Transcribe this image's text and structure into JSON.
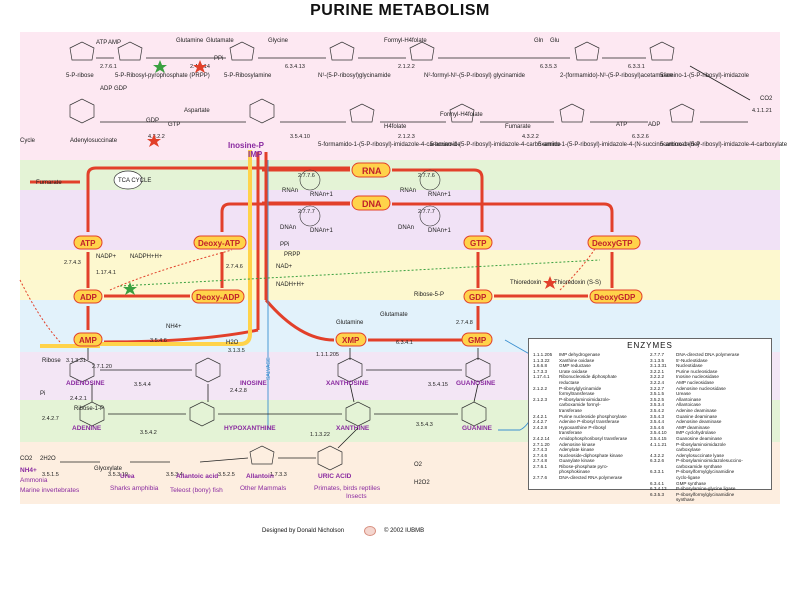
{
  "title": "PURINE METABOLISM",
  "credit": "Designed by Donald Nicholson",
  "copyright": "© 2002 IUBMB",
  "colors": {
    "band_pink": "#fde8f2",
    "band_green": "#e4f3d6",
    "band_purple": "#f1e2f6",
    "band_yellow": "#fdf8cf",
    "band_blue": "#e2f2fb",
    "band_peach": "#fdeee0",
    "node_fill": "#ffd34a",
    "node_stroke": "#e2402a",
    "arrow_red": "#e2402a",
    "compound_purple": "#8a2aa0"
  },
  "top_row": {
    "compounds": [
      "5-P-ribose",
      "5-P-Ribosyl-pyrophosphate (PRPP)",
      "5-P-Ribosylamine",
      "N¹-(5-P-ribosyl)glycinamide",
      "N²-formyl-N¹-(5-P-ribosyl) glycinamide",
      "2-(formamido)-N¹-(5-P-ribosyl)acetamidine",
      "5-amino-1-(5-P-ribosyl)-imidazole"
    ],
    "enzymes": [
      "2.7.6.1",
      "2.4.2.14",
      "6.3.4.13",
      "2.1.2.2",
      "6.3.5.3",
      "6.3.3.1"
    ],
    "cofactors": [
      "ATP",
      "AMP",
      "ADP",
      "GDP",
      "Glutamine",
      "Glutamate",
      "PPi",
      "Glycine",
      "Formyl-H4folate",
      "Gln",
      "Glu"
    ]
  },
  "second_row": {
    "compounds": [
      "Adenylosuccinate",
      "5-formamido-1-(5-P-ribosyl)-imidazole-4-carboxamide",
      "5-amino-1-(5-P-ribosyl)-imidazole-4-carboxamide",
      "5-amino-1-(5-P-ribosyl)-imidazole-4-(N-succinocarboxamide)",
      "5-amino-1-(5-P-ribosyl)-imidazole-4-carboxylate"
    ],
    "enzymes": [
      "4.3.2.2",
      "3.5.4.10",
      "2.1.2.3",
      "4.3.2.2",
      "6.3.2.6",
      "4.1.1.21"
    ],
    "cofactors": [
      "GTP",
      "GDP",
      "Aspartate",
      "Fumarate",
      "H4folate",
      "Formyl-H4folate",
      "CO2",
      "ATP",
      "ADP"
    ]
  },
  "main_nodes": {
    "inosine_p": "Inosine-P",
    "imp": "IMP",
    "rna": "RNA",
    "dna": "DNA",
    "atp": "ATP",
    "adp": "ADP",
    "amp": "AMP",
    "deoxy_atp": "Deoxy-ATP",
    "deoxy_adp": "Deoxy-ADP",
    "gtp": "GTP",
    "gdp": "GDP",
    "gmp": "GMP",
    "xmp": "XMP",
    "deoxy_gtp": "DeoxyGTP",
    "deoxy_gdp": "DeoxyGDP",
    "tca": "TCA CYCLE",
    "fumarate": "Fumarate"
  },
  "nucleic_acid_labels": {
    "rna_left": [
      "RNAn",
      "RNAn+1"
    ],
    "rna_right": [
      "RNAn",
      "RNAn+1"
    ],
    "dna_left": [
      "DNAn",
      "DNAn+1"
    ],
    "dna_right": [
      "DNAn",
      "DNAn+1"
    ],
    "rna_enzyme": "2.7.7.6",
    "dna_enzyme": "2.7.7.7"
  },
  "lower_compounds": {
    "adenosine": "ADENOSINE",
    "inosine": "INOSINE",
    "xanthosine": "XANTHOSINE",
    "guanosine": "GUANOSINE",
    "adenine": "ADENINE",
    "hypoxanthine": "HYPOXANTHINE",
    "xanthine": "XANTHINE",
    "guanine": "GUANINE",
    "salvage": "SALVAGE",
    "uric_acid": "URIC ACID",
    "allantoin": "Allantoin",
    "allantoic_acid": "Allantoic acid",
    "glyoxylate": "Glyoxylate",
    "urea": "Urea",
    "nh4": "NH4+"
  },
  "organisms": {
    "ammonia": "Ammonia",
    "marine": "Marine invertebrates",
    "sharks": "Sharks amphibia",
    "teleost": "Teleost (bony) fish",
    "mammals": "Other Mammals",
    "primates": "Primates, birds reptiles",
    "insects": "Insects"
  },
  "mid_enzymes": [
    "1.17.4.1",
    "2.7.4.3",
    "2.7.4.6",
    "2.7.4.8",
    "6.3.4.1",
    "3.5.4.6",
    "3.1.3.5",
    "2.7.1.20",
    "3.1.3.31",
    "2.4.2.1",
    "2.4.2.7",
    "2.4.2.8",
    "3.5.4.4",
    "3.5.4.2",
    "3.5.4.3",
    "1.1.3.22",
    "1.1.1.205",
    "3.5.2.5",
    "3.5.3.4",
    "1.7.3.3",
    "3.5.1.5",
    "3.5.3.19",
    "3.5.4.15"
  ],
  "misc_labels": [
    "NADP+",
    "NADPH+H+",
    "NAD+",
    "NADH+H+",
    "PPi",
    "PRPP",
    "H2O",
    "NH4+",
    "Pi",
    "Ribose",
    "Ribose-1-P",
    "Ribose-5-P",
    "Thioredoxin",
    "Thioredoxin (S-S)",
    "Glutamine",
    "Glutamate",
    "Cycle",
    "O2",
    "H2O2",
    "CO2",
    "2H2O"
  ],
  "enzymes_title": "ENZYMES",
  "enzymes_left": [
    {
      "code": "1.1.1.205",
      "name": "IMP dehydrogenase"
    },
    {
      "code": "1.1.3.22",
      "name": "Xanthine oxidase"
    },
    {
      "code": "1.6.6.8",
      "name": "GMP reductase"
    },
    {
      "code": "1.7.3.3",
      "name": "Urate oxidase"
    },
    {
      "code": "1.17.4.1",
      "name": "Ribonucleoside diphosphate"
    },
    {
      "code": "",
      "name": "reductase"
    },
    {
      "code": "2.1.2.2",
      "name": "P-ribosylglycinamide"
    },
    {
      "code": "",
      "name": "formyltransferase"
    },
    {
      "code": "2.1.2.3",
      "name": "P-ribosylaminoimidazole-"
    },
    {
      "code": "",
      "name": "carboxamide formyl-"
    },
    {
      "code": "",
      "name": "transferase"
    },
    {
      "code": "2.4.2.1",
      "name": "Purine nucleoside phosphorylase"
    },
    {
      "code": "2.4.2.7",
      "name": "Adenine P-ribosyl transferase"
    },
    {
      "code": "2.4.2.8",
      "name": "Hypoxanthine P-ribosyl"
    },
    {
      "code": "",
      "name": "transferase"
    },
    {
      "code": "2.4.2.14",
      "name": "Amidophosphoribosyl transferase"
    },
    {
      "code": "2.7.1.20",
      "name": "Adenosine kinase"
    },
    {
      "code": "2.7.4.3",
      "name": "Adenylate kinase"
    },
    {
      "code": "2.7.4.6",
      "name": "Nucleoside-diphosphate kinase"
    },
    {
      "code": "2.7.4.8",
      "name": "Guanylate kinase"
    },
    {
      "code": "2.7.6.1",
      "name": "Ribose-phosphate pyro-"
    },
    {
      "code": "",
      "name": "phosphokinase"
    },
    {
      "code": "2.7.7.6",
      "name": "DNA-directed RNA polymerase"
    }
  ],
  "enzymes_right": [
    {
      "code": "2.7.7.7",
      "name": "DNA-directed DNA polymerase"
    },
    {
      "code": "3.1.3.5",
      "name": "5'-Nucleotidase"
    },
    {
      "code": "3.1.3.31",
      "name": "Nucleotidase"
    },
    {
      "code": "3.2.2.1",
      "name": "Purine nucleosidase"
    },
    {
      "code": "3.2.2.2",
      "name": "Inosine nucleosidase"
    },
    {
      "code": "3.2.2.4",
      "name": "AMP nucleosidase"
    },
    {
      "code": "3.2.2.7",
      "name": "Adenosine nucleosidase"
    },
    {
      "code": "3.5.1.5",
      "name": "Urease"
    },
    {
      "code": "3.5.2.5",
      "name": "Allantoinase"
    },
    {
      "code": "3.5.3.4",
      "name": "Allantoicase"
    },
    {
      "code": "3.5.4.2",
      "name": "Adenine deaminase"
    },
    {
      "code": "3.5.4.3",
      "name": "Guanine deaminase"
    },
    {
      "code": "3.5.4.4",
      "name": "Adenosine deaminase"
    },
    {
      "code": "3.5.4.6",
      "name": "AMP deaminase"
    },
    {
      "code": "3.5.4.10",
      "name": "IMP cyclohydrolase"
    },
    {
      "code": "3.5.4.15",
      "name": "Guanosine deaminase"
    },
    {
      "code": "4.1.1.21",
      "name": "P-ribosylaminoimidazole"
    },
    {
      "code": "",
      "name": "carboxylase"
    },
    {
      "code": "4.3.2.2",
      "name": "Adenylosuccinate lyase"
    },
    {
      "code": "6.3.2.6",
      "name": "P-ribosylaminoimidazolesuccino-"
    },
    {
      "code": "",
      "name": "carboxamide synthase"
    },
    {
      "code": "6.3.3.1",
      "name": "P-ribosylformylglycinamidine"
    },
    {
      "code": "",
      "name": "cyclo-ligase"
    },
    {
      "code": "6.3.4.1",
      "name": "GMP synthase"
    },
    {
      "code": "6.3.4.13",
      "name": "P-ribosylamine-glycine ligase"
    },
    {
      "code": "6.3.5.3",
      "name": "P-ribosylformylglycinamidine"
    },
    {
      "code": "",
      "name": "synthase"
    }
  ]
}
